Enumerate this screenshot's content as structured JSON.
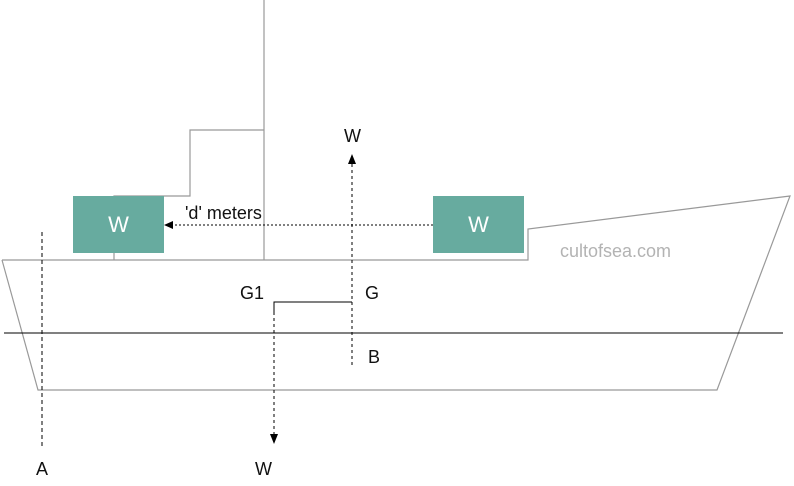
{
  "diagram": {
    "weights": {
      "left_box_label": "W",
      "right_box_label": "W",
      "upward_force_label": "W",
      "downward_force_label": "W"
    },
    "distance_label": "'d' meters",
    "points": {
      "g1": "G1",
      "g": "G",
      "b": "B",
      "a": "A"
    },
    "watermark": "cultofsea.com",
    "colors": {
      "weight_box": "#67ab9f",
      "hull_outline": "#999999",
      "lines": "#000000",
      "watermark": "#b3b3b3"
    }
  }
}
